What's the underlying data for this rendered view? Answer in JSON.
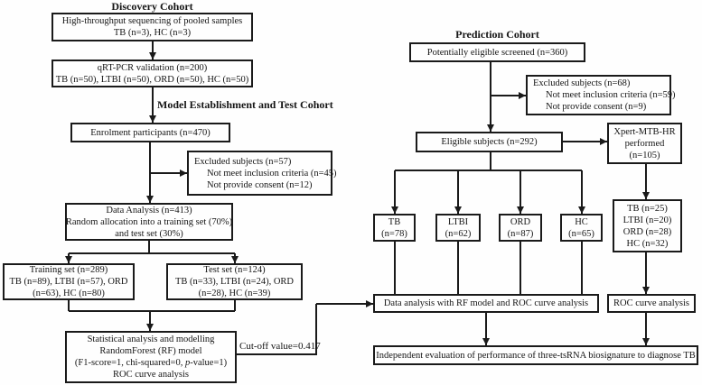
{
  "colors": {
    "ink": "#1a1a1a",
    "background": "#fefefe"
  },
  "headings": {
    "discovery": "Discovery Cohort",
    "model": "Model Establishment and Test Cohort",
    "prediction": "Prediction Cohort"
  },
  "discovery": {
    "sequencing": {
      "lines": [
        "High-throughput sequencing of pooled samples",
        "TB (n=3), HC (n=3)"
      ]
    },
    "qrtpcr": {
      "lines": [
        "qRT-PCR validation (n=200)",
        "TB (n=50), LTBI (n=50), ORD (n=50), HC (n=50)"
      ]
    }
  },
  "model": {
    "enrolment": {
      "lines": [
        "Enrolment participants (n=470)"
      ]
    },
    "excluded": {
      "lines": [
        "Excluded subjects (n=57)",
        "Not meet inclusion criteria (n=45)",
        "Not provide consent (n=12)"
      ]
    },
    "data_analysis": {
      "lines": [
        "Data Analysis (n=413)",
        "Random allocation into a training set (70%)",
        "and test set (30%)"
      ]
    },
    "training": {
      "lines": [
        "Training set (n=289)",
        "TB (n=89), LTBI (n=57), ORD",
        "(n=63), HC (n=80)"
      ]
    },
    "test": {
      "lines": [
        "Test set (n=124)",
        "TB (n=33), LTBI (n=24), ORD",
        "(n=28), HC (n=39)"
      ]
    },
    "statistical": {
      "lines": [
        "Statistical analysis and modelling",
        "RandomForest (RF) model"
      ],
      "stats_prefix": "(F1-score=1, chi-squared=0, ",
      "stats_italic": "p",
      "stats_suffix": "-value=1)",
      "last_line": "ROC curve analysis"
    },
    "cutoff_label": "Cut-off value=0.417"
  },
  "prediction": {
    "screened": {
      "lines": [
        "Potentially eligible screened (n=360)"
      ]
    },
    "excluded": {
      "lines": [
        "Excluded subjects (n=68)",
        "Not meet inclusion criteria (n=59)",
        "Not provide consent (n=9)"
      ]
    },
    "eligible": {
      "lines": [
        "Eligible subjects (n=292)"
      ]
    },
    "xpert": {
      "lines": [
        "Xpert-MTB-HR",
        "performed",
        "(n=105)"
      ]
    },
    "groups": [
      {
        "lines": [
          "TB",
          "(n=78)"
        ]
      },
      {
        "lines": [
          "LTBI",
          "(n=62)"
        ]
      },
      {
        "lines": [
          "ORD",
          "(n=87)"
        ]
      },
      {
        "lines": [
          "HC",
          "(n=65)"
        ]
      }
    ],
    "xpert_results": {
      "lines": [
        "TB (n=25)",
        "LTBI (n=20)",
        "ORD (n=28)",
        "HC (n=32)"
      ]
    },
    "rf_analysis": {
      "lines": [
        "Data analysis with RF model and ROC curve analysis"
      ]
    },
    "roc": {
      "lines": [
        "ROC curve analysis"
      ]
    },
    "independent": {
      "lines": [
        "Independent evaluation of performance of three-tsRNA biosignature to diagnose TB"
      ]
    }
  }
}
